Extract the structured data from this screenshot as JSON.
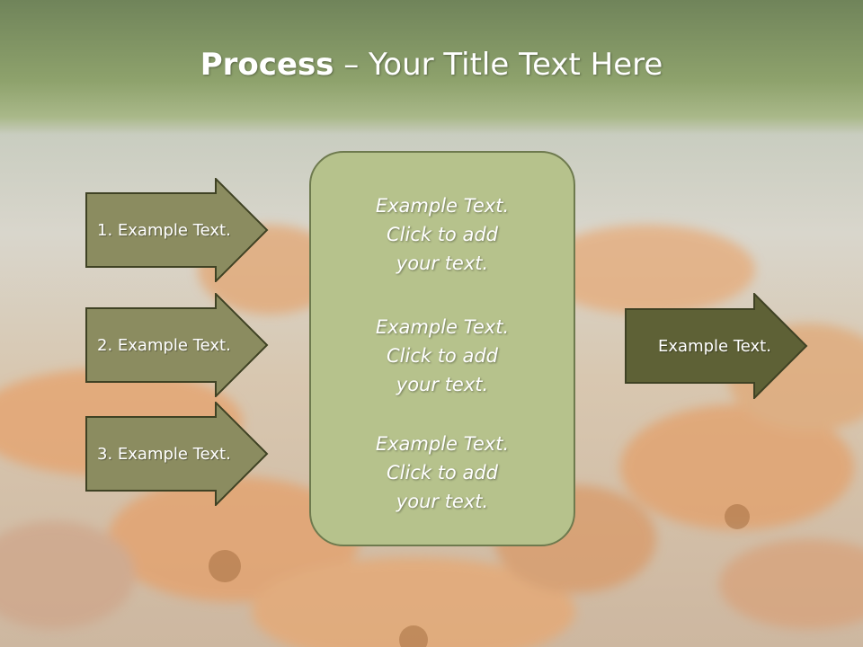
{
  "slide": {
    "title_bold": "Process",
    "title_rest": " – Your Title Text Here"
  },
  "left_arrows": [
    {
      "label": "1. Example Text."
    },
    {
      "label": "2. Example Text."
    },
    {
      "label": "3. Example Text."
    }
  ],
  "center_blocks": [
    {
      "line1": "Example Text.",
      "line2": "Click  to add",
      "line3": "your text."
    },
    {
      "line1": "Example Text.",
      "line2": "Click  to add",
      "line3": "your text."
    },
    {
      "line1": "Example Text.",
      "line2": "Click  to add",
      "line3": "your text."
    }
  ],
  "right_arrow": {
    "label": "Example Text."
  },
  "colors": {
    "left_arrow_fill": "#8b8c60",
    "right_arrow_fill": "#5e6136",
    "arrow_border": "#3f4224",
    "center_fill": "#b6c28c",
    "header_green": "#70845a"
  }
}
